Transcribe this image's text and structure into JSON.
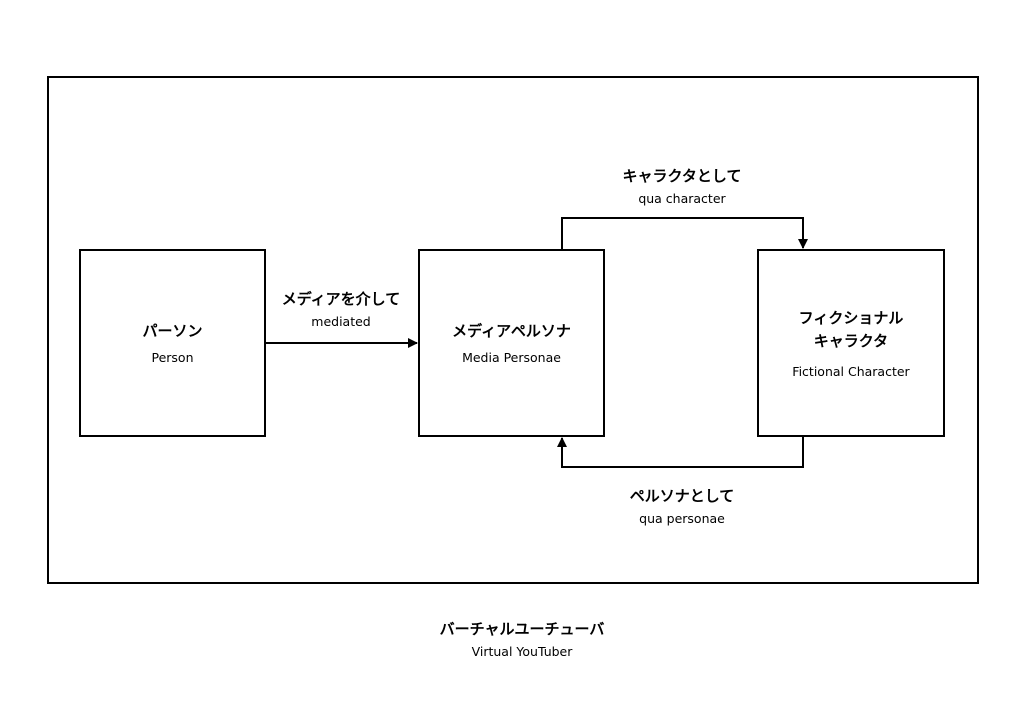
{
  "nodes": {
    "person": {
      "ja": "パーソン",
      "en": "Person"
    },
    "media_personae": {
      "ja": "メディアペルソナ",
      "en": "Media Personae"
    },
    "fictional_character": {
      "ja": "フィクショナル\nキャラクタ",
      "en": "Fictional Character"
    }
  },
  "edges": {
    "mediated": {
      "ja": "メディアを介して",
      "en": "mediated"
    },
    "qua_character": {
      "ja": "キャラクタとして",
      "en": "qua character"
    },
    "qua_personae": {
      "ja": "ペルソナとして",
      "en": "qua personae"
    }
  },
  "caption": {
    "ja": "バーチャルユーチューバ",
    "en": "Virtual YouTuber"
  }
}
